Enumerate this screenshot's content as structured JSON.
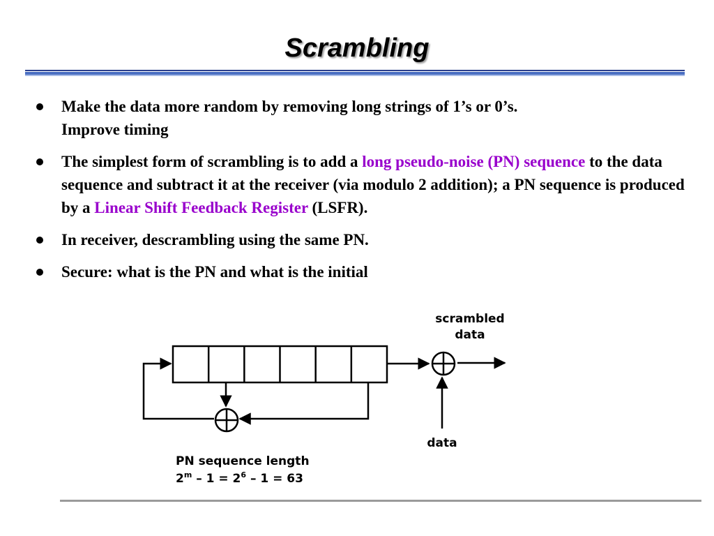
{
  "slide": {
    "title": "Scrambling",
    "bullets": [
      {
        "parts": [
          {
            "text": "Make the data more random by removing long strings of 1’s or 0’s.",
            "highlight": false
          },
          {
            "break": true
          },
          {
            "text": "Improve timing",
            "highlight": false
          }
        ]
      },
      {
        "parts": [
          {
            "text": "The simplest form of scrambling is to add a ",
            "highlight": false
          },
          {
            "text": "long pseudo-noise  (PN) sequence",
            "highlight": true
          },
          {
            "text": " to the data sequence and subtract it at the receiver (via modulo 2 addition); a PN sequence is produced by a ",
            "highlight": false
          },
          {
            "text": "Linear Shift Feedback Register",
            "highlight": true
          },
          {
            "text": " (LSFR).",
            "highlight": false
          }
        ]
      },
      {
        "parts": [
          {
            "text": "In receiver, descrambling using the same PN.",
            "highlight": false
          }
        ]
      },
      {
        "parts": [
          {
            "text": "Secure: what is the PN and what is the initial",
            "highlight": false
          }
        ]
      }
    ]
  },
  "diagram": {
    "register_cell_count": 6,
    "xor_symbol": "⊕",
    "labels": {
      "scrambled_line1": "scrambled",
      "scrambled_line2": "data",
      "data_input": "data",
      "pn_line1": "PN sequence length",
      "pn_line2_base_a": "2",
      "pn_line2_exp_a": "m",
      "pn_line2_mid": " – 1 = 2",
      "pn_line2_exp_b": "6",
      "pn_line2_tail": " – 1 = 63"
    }
  },
  "colors": {
    "highlight": "#9900cc",
    "title_rule": "#2a3e8c"
  }
}
